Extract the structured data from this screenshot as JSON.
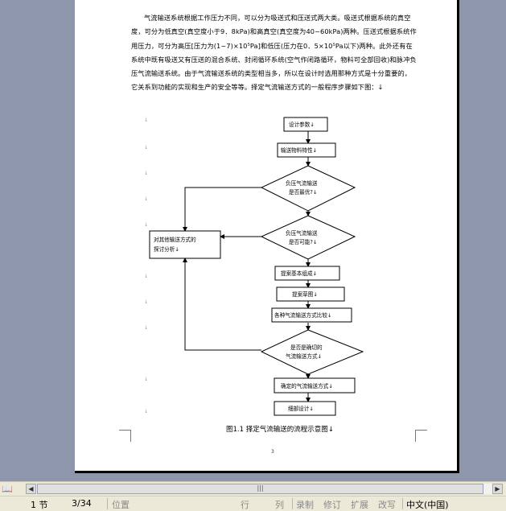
{
  "document": {
    "paragraph": "气流输送系统根据工作压力不同，可以分为吸送式和压送式两大类。吸送式根据系统的真空度，可分为低真空(真空度小于9．8kPa)和高真空(真空度为40~60kPa)两种。压送式根据系统作用压力，可分为高压[压力为(1~7)×10⁵Pa]和低压(压力在0．5×10⁵Pa以下)两种。此外还有在系统中既有吸送又有压送的混合系统、封闭循环系统(空气作闭路循环，物料可全部回收)和脉冲负压气流输送系统。由于气流输送系统的类型相当多，所以在设计时选用那种方式是十分重要的，它关系到功能的实现和生产的安全等等。择定气流输送方式的一般程序步骤如下图：↓",
    "figure_caption": "图1.1  择定气流输送的流程示意图↓",
    "page_number": "3",
    "para_mark": "↓"
  },
  "flowchart": {
    "design_params": "设计参数↓",
    "material_props": "输送物料特性↓",
    "q_negative_best_1": "负压气流输送",
    "q_negative_best_2": "是否最优?↓",
    "q_positive_ok_1": "负压气流输送",
    "q_positive_ok_2": "是否可能?↓",
    "analyze_other_1": "对其他输送方式的",
    "analyze_other_2": "探讨分析↓",
    "basic_form": "提案基本组成↓",
    "draft_diagram": "提案草图↓",
    "compare_modes": "各种气流输送方式比较↓",
    "q_appropriate_1": "是否是确切的",
    "q_appropriate_2": "气流输送方式↓",
    "determine_mode": "确定的气流输送方式↓",
    "detail_design": "细部设计↓"
  },
  "scrollbar": {
    "view_icon": "📖",
    "left_arrow": "◀",
    "right_arrow": "▶",
    "thumb_grip": "|||"
  },
  "statusbar": {
    "section": "1 节",
    "page": "3/34",
    "position": "位置",
    "line": "行",
    "column": "列",
    "rec": "录制",
    "trk": "修订",
    "ext": "扩展",
    "ovr": "改写",
    "language": "中文(中国)"
  }
}
